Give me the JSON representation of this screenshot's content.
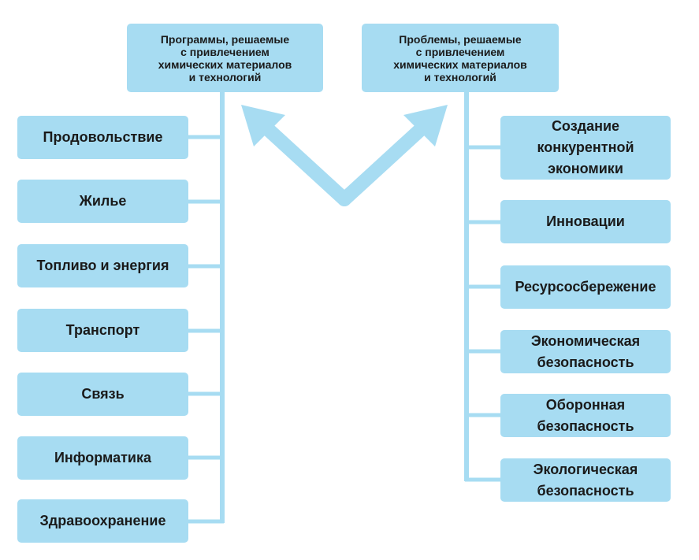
{
  "colors": {
    "box_fill": "#a7dcf2",
    "line": "#a7dcf2",
    "text": "#1a1a1a"
  },
  "left_header": "Программы, решаемые\nс привлечением\nхимических материалов\nи технологий",
  "right_header": "Проблемы, решаемые\nс привлечением\nхимических материалов\nи технологий",
  "left_items": [
    "Продовольствие",
    "Жилье",
    "Топливо и энергия",
    "Транспорт",
    "Связь",
    "Информатика",
    "Здравоохранение"
  ],
  "right_items": [
    "Создание\nконкурентной\nэкономики",
    "Инновации",
    "Ресурсосбережение",
    "Экономическая\nбезопасность",
    "Оборонная\nбезопасность",
    "Экологическая\nбезопасность"
  ]
}
